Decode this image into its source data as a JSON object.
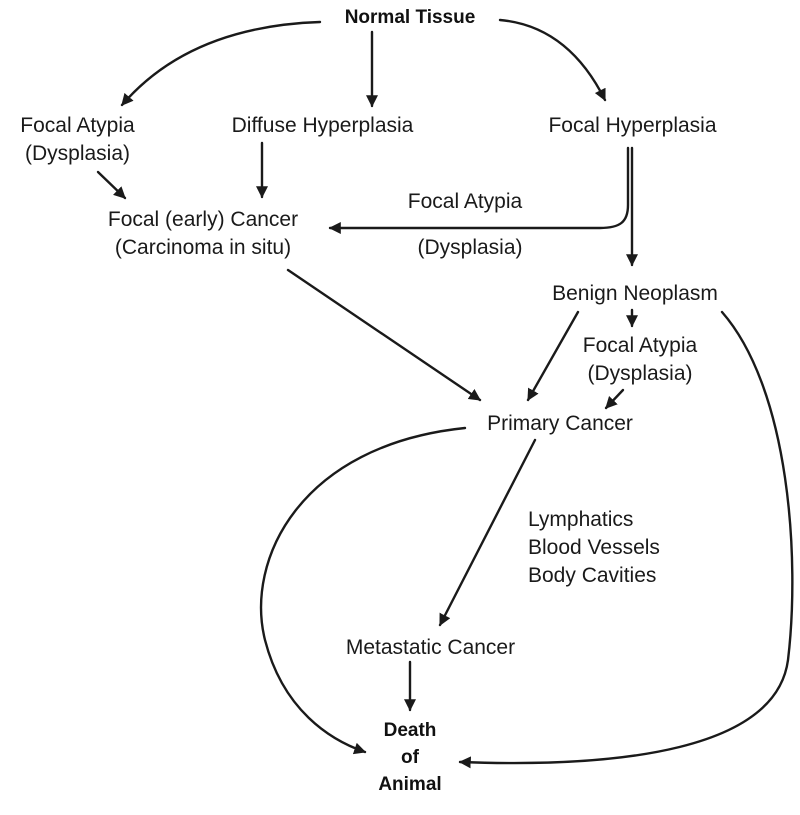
{
  "nodes": {
    "normal_tissue": "Normal Tissue",
    "focal_atypia_left": [
      "Focal Atypia",
      "(Dysplasia)"
    ],
    "diffuse_hyperplasia": "Diffuse Hyperplasia",
    "focal_hyperplasia": "Focal Hyperplasia",
    "focal_early_cancer": [
      "Focal (early) Cancer",
      "(Carcinoma in situ)"
    ],
    "benign_neoplasm": "Benign Neoplasm",
    "focal_atypia_right": [
      "Focal Atypia",
      "(Dysplasia)"
    ],
    "primary_cancer": "Primary Cancer",
    "metastatic_cancer": "Metastatic Cancer",
    "death_of_animal": [
      "Death",
      "of",
      "Animal"
    ]
  },
  "edge_labels": {
    "focal_atypia_mid": "Focal Atypia",
    "dysplasia_mid": "(Dysplasia)",
    "routes": [
      "Lymphatics",
      "Blood Vessels",
      "Body Cavities"
    ]
  },
  "colors": {
    "ink": "#1a1a1a",
    "background": "#ffffff"
  }
}
